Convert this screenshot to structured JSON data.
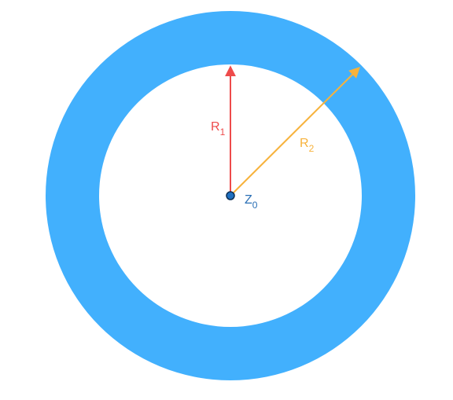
{
  "colors": {
    "annulus": "#42b0fd",
    "inner_radius": "#ee4b4b",
    "outer_radius": "#f7b23b",
    "center_fill": "#1e6fc0",
    "center_stroke": "#0c2f55",
    "center_label": "#2a6fb5"
  },
  "labels": {
    "r1_main": "R",
    "r1_sub": "1",
    "r2_main": "R",
    "r2_sub": "2",
    "center_main": "Z",
    "center_sub": "0"
  }
}
